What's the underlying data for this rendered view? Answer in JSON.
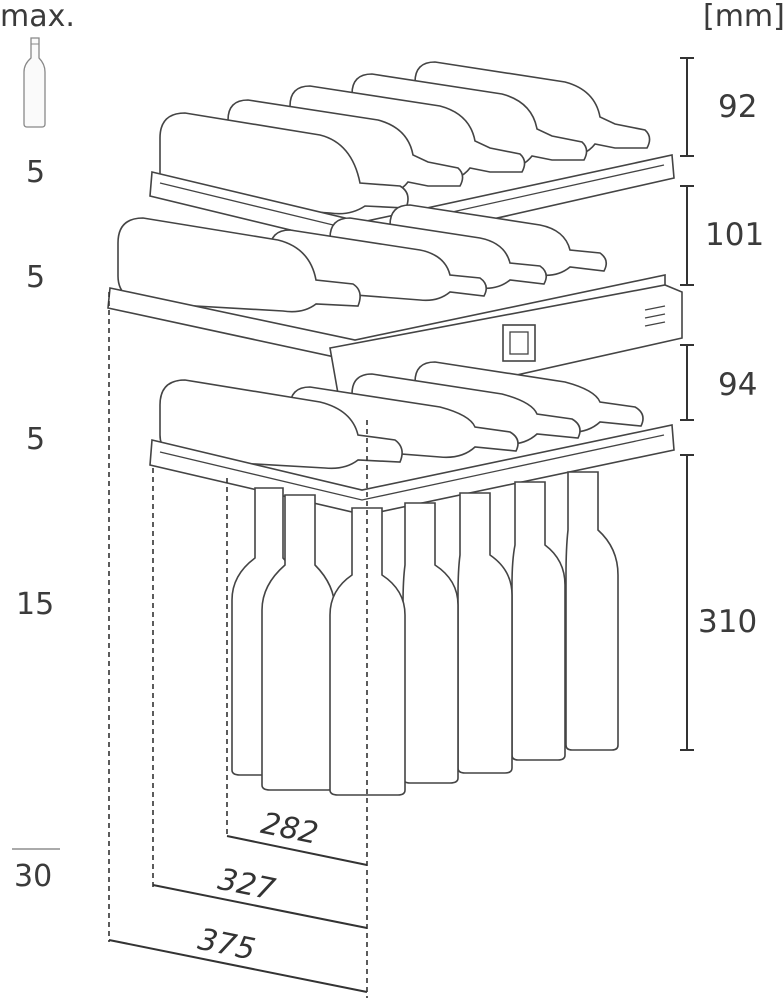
{
  "header": {
    "max_label": "max.",
    "unit_label": "[mm]"
  },
  "left_counts": [
    "5",
    "5",
    "5",
    "15"
  ],
  "total": "30",
  "heights": [
    "92",
    "101",
    "94",
    "310"
  ],
  "depths": [
    "282",
    "327",
    "375"
  ],
  "icons": {
    "bottle": "bottle-icon"
  }
}
